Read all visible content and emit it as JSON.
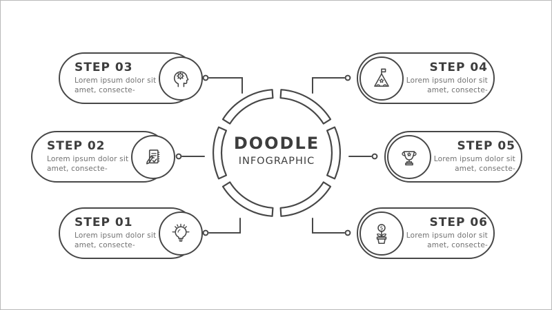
{
  "frame": {
    "background": "#ffffff",
    "border_color": "#b9b9b9"
  },
  "palette": {
    "stroke": "#474747",
    "heading_text": "#3d3d3d",
    "body_text": "#707070"
  },
  "center": {
    "title": "DOODLE",
    "subtitle": "INFOGRAPHIC"
  },
  "steps": [
    {
      "label": "STEP 01",
      "body": "Lorem ipsum dolor sit amet, consecte-",
      "icon": "lightbulb-icon",
      "position": "bottom-left"
    },
    {
      "label": "STEP 02",
      "body": "Lorem ipsum dolor sit amet, consecte-",
      "icon": "notepad-pen-icon",
      "position": "middle-left"
    },
    {
      "label": "STEP 03",
      "body": "Lorem ipsum dolor sit amet, consecte-",
      "icon": "head-gear-icon",
      "position": "top-left"
    },
    {
      "label": "STEP 04",
      "body": "Lorem ipsum dolor sit amet, consecte-",
      "icon": "mountain-flag-icon",
      "position": "top-right"
    },
    {
      "label": "STEP 05",
      "body": "Lorem ipsum dolor sit amet, consecte-",
      "icon": "trophy-icon",
      "position": "middle-right"
    },
    {
      "label": "STEP 06",
      "body": "Lorem ipsum dolor sit amet, consecte-",
      "icon": "money-plant-icon",
      "position": "bottom-right"
    }
  ]
}
